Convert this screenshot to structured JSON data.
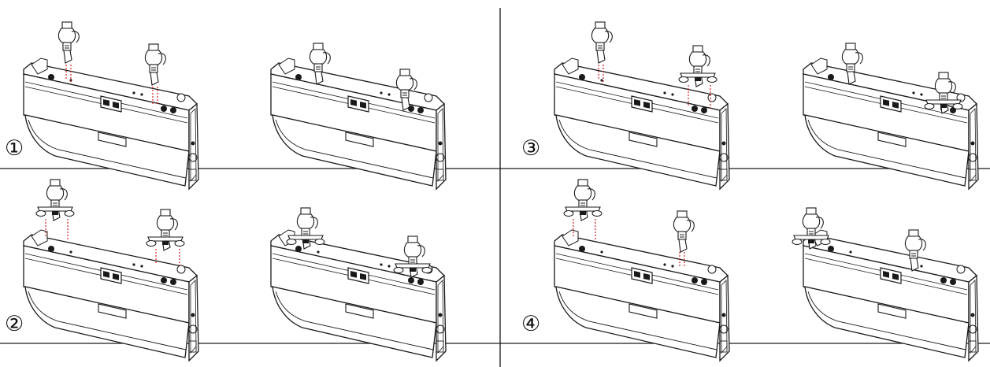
{
  "steps": [
    {
      "label": "①"
    },
    {
      "label": "②"
    },
    {
      "label": "③"
    },
    {
      "label": "④"
    }
  ],
  "colors": {
    "line": "#1a1a1a",
    "guide": "#d81e1e",
    "background": "#ffffff"
  },
  "icons": [
    "light-bar-fixture",
    "omega-clamp-bracket",
    "alignment-guide-line"
  ]
}
